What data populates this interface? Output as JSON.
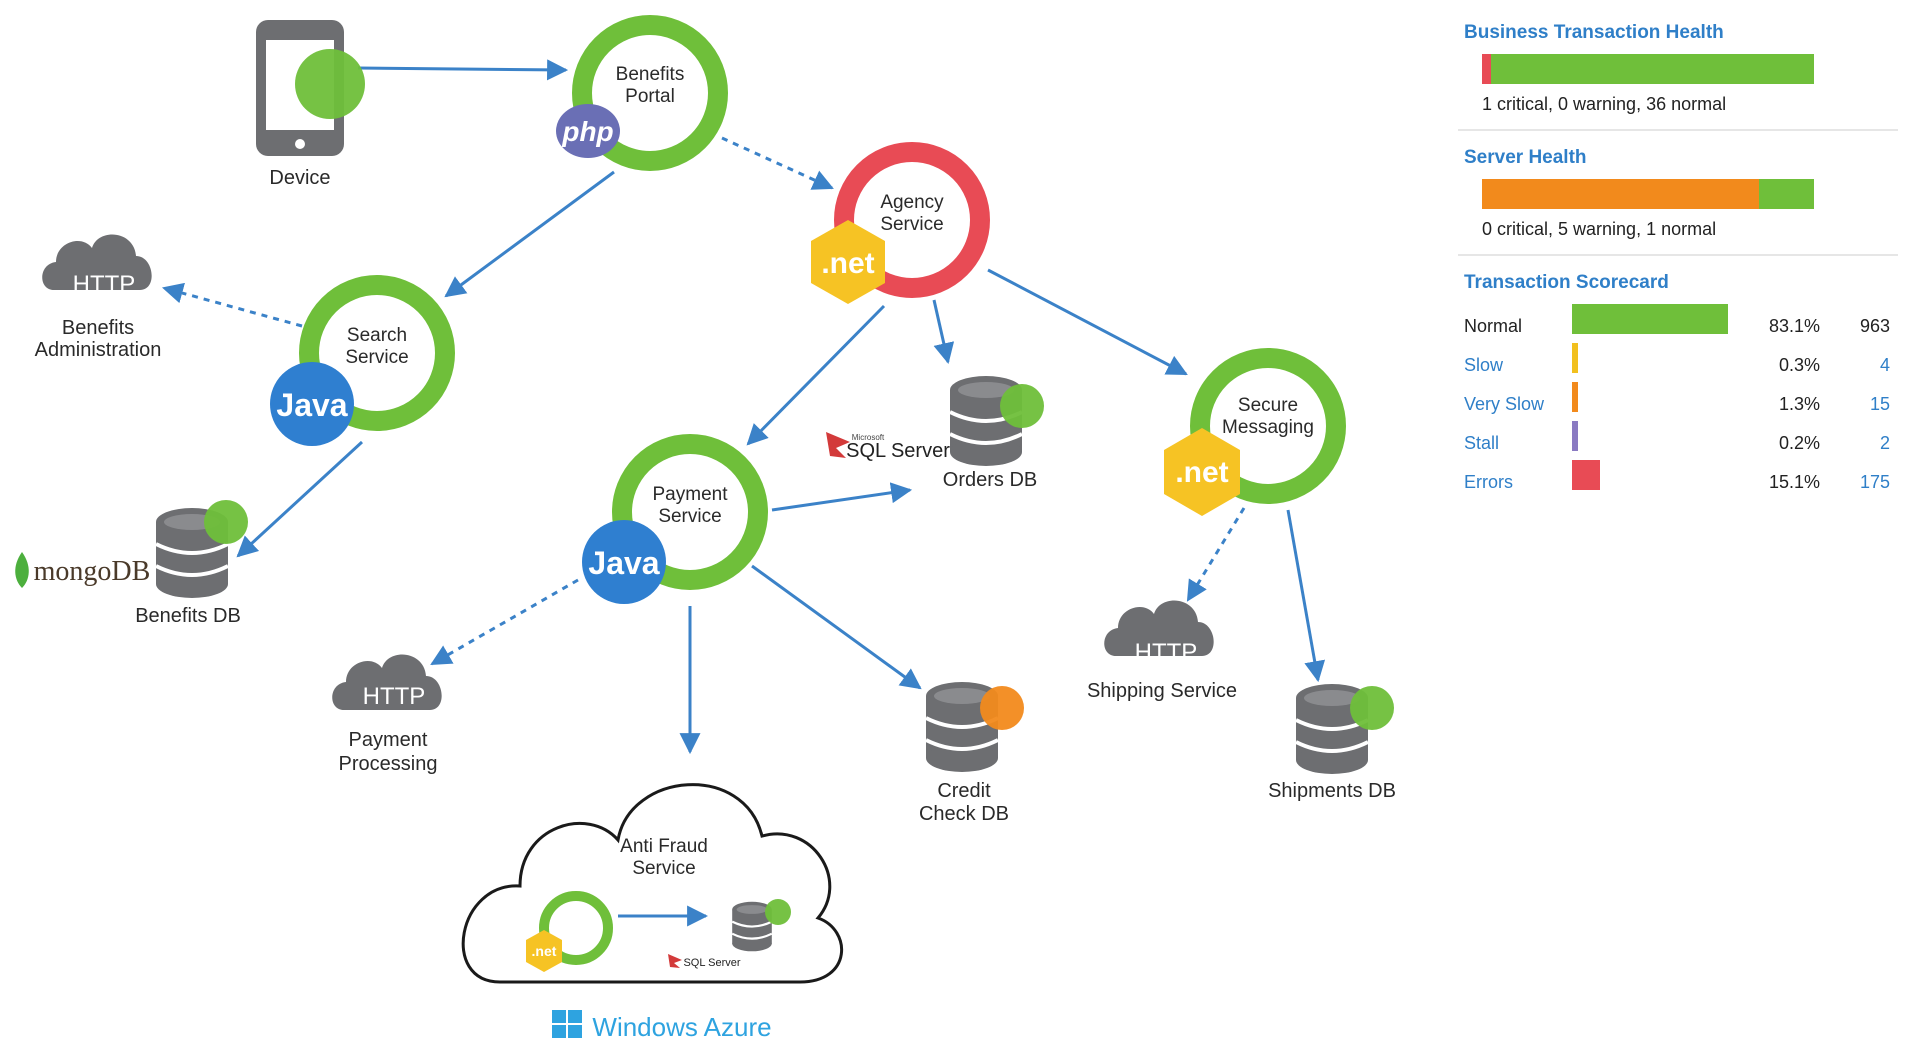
{
  "nodes": {
    "benefits_portal": {
      "line1": "Benefits",
      "line2": "Portal",
      "badge": "php"
    },
    "agency_service": {
      "line1": "Agency",
      "line2": "Service",
      "badge": ".net"
    },
    "search_service": {
      "line1": "Search",
      "line2": "Service",
      "badge": "Java"
    },
    "payment_service": {
      "line1": "Payment",
      "line2": "Service",
      "badge": "Java"
    },
    "secure_messaging": {
      "line1": "Secure",
      "line2": "Messaging",
      "badge": ".net"
    },
    "anti_fraud": {
      "line1": "Anti Fraud",
      "line2": "Service",
      "badge": ".net"
    }
  },
  "device": {
    "label": "Device"
  },
  "http": {
    "icon_text": "HTTP",
    "benefits_admin": {
      "line1": "Benefits",
      "line2": "Administration"
    },
    "payment_processing": {
      "line1": "Payment",
      "line2": "Processing"
    },
    "shipping_service": {
      "line1": "Shipping Service"
    }
  },
  "databases": {
    "benefits_db": {
      "label": "Benefits DB",
      "vendor": "mongoDB"
    },
    "orders_db": {
      "label": "Orders DB",
      "vendor_small": "Microsoft",
      "vendor": "SQL Server"
    },
    "credit_check_db": {
      "line1": "Credit",
      "line2": "Check DB"
    },
    "shipments_db": {
      "label": "Shipments DB"
    },
    "fraud_db": {
      "vendor": "SQL Server"
    }
  },
  "cloud": {
    "label": "Windows Azure"
  },
  "colors": {
    "green": "#6fbf3a",
    "red": "#e84b55",
    "orange": "#f28a1c",
    "yellow": "#f2c01e",
    "blue_arrow": "#3b82c8",
    "java_blue": "#2f7fd0",
    "php_purple": "#6a6fb5",
    "net_yellow": "#f6c324",
    "db_gray": "#6d6e71"
  },
  "panel": {
    "business_health": {
      "title": "Business Transaction Health",
      "summary": "1 critical, 0 warning, 36 normal",
      "critical": 1,
      "warning": 0,
      "normal": 36
    },
    "server_health": {
      "title": "Server Health",
      "summary": "0 critical, 5 warning, 1 normal",
      "critical": 0,
      "warning": 5,
      "normal": 1
    },
    "scorecard": {
      "title": "Transaction Scorecard",
      "rows": [
        {
          "name": "Normal",
          "pct": "83.1%",
          "count": "963",
          "value": 83.1,
          "color": "#6fbf3a",
          "link": false
        },
        {
          "name": "Slow",
          "pct": "0.3%",
          "count": "4",
          "value": 0.3,
          "color": "#f2c01e",
          "link": true
        },
        {
          "name": "Very Slow",
          "pct": "1.3%",
          "count": "15",
          "value": 1.3,
          "color": "#f28a1c",
          "link": true
        },
        {
          "name": "Stall",
          "pct": "0.2%",
          "count": "2",
          "value": 0.2,
          "color": "#8a7ac2",
          "link": true
        },
        {
          "name": "Errors",
          "pct": "15.1%",
          "count": "175",
          "value": 15.1,
          "color": "#e84b55",
          "link": true
        }
      ]
    }
  }
}
